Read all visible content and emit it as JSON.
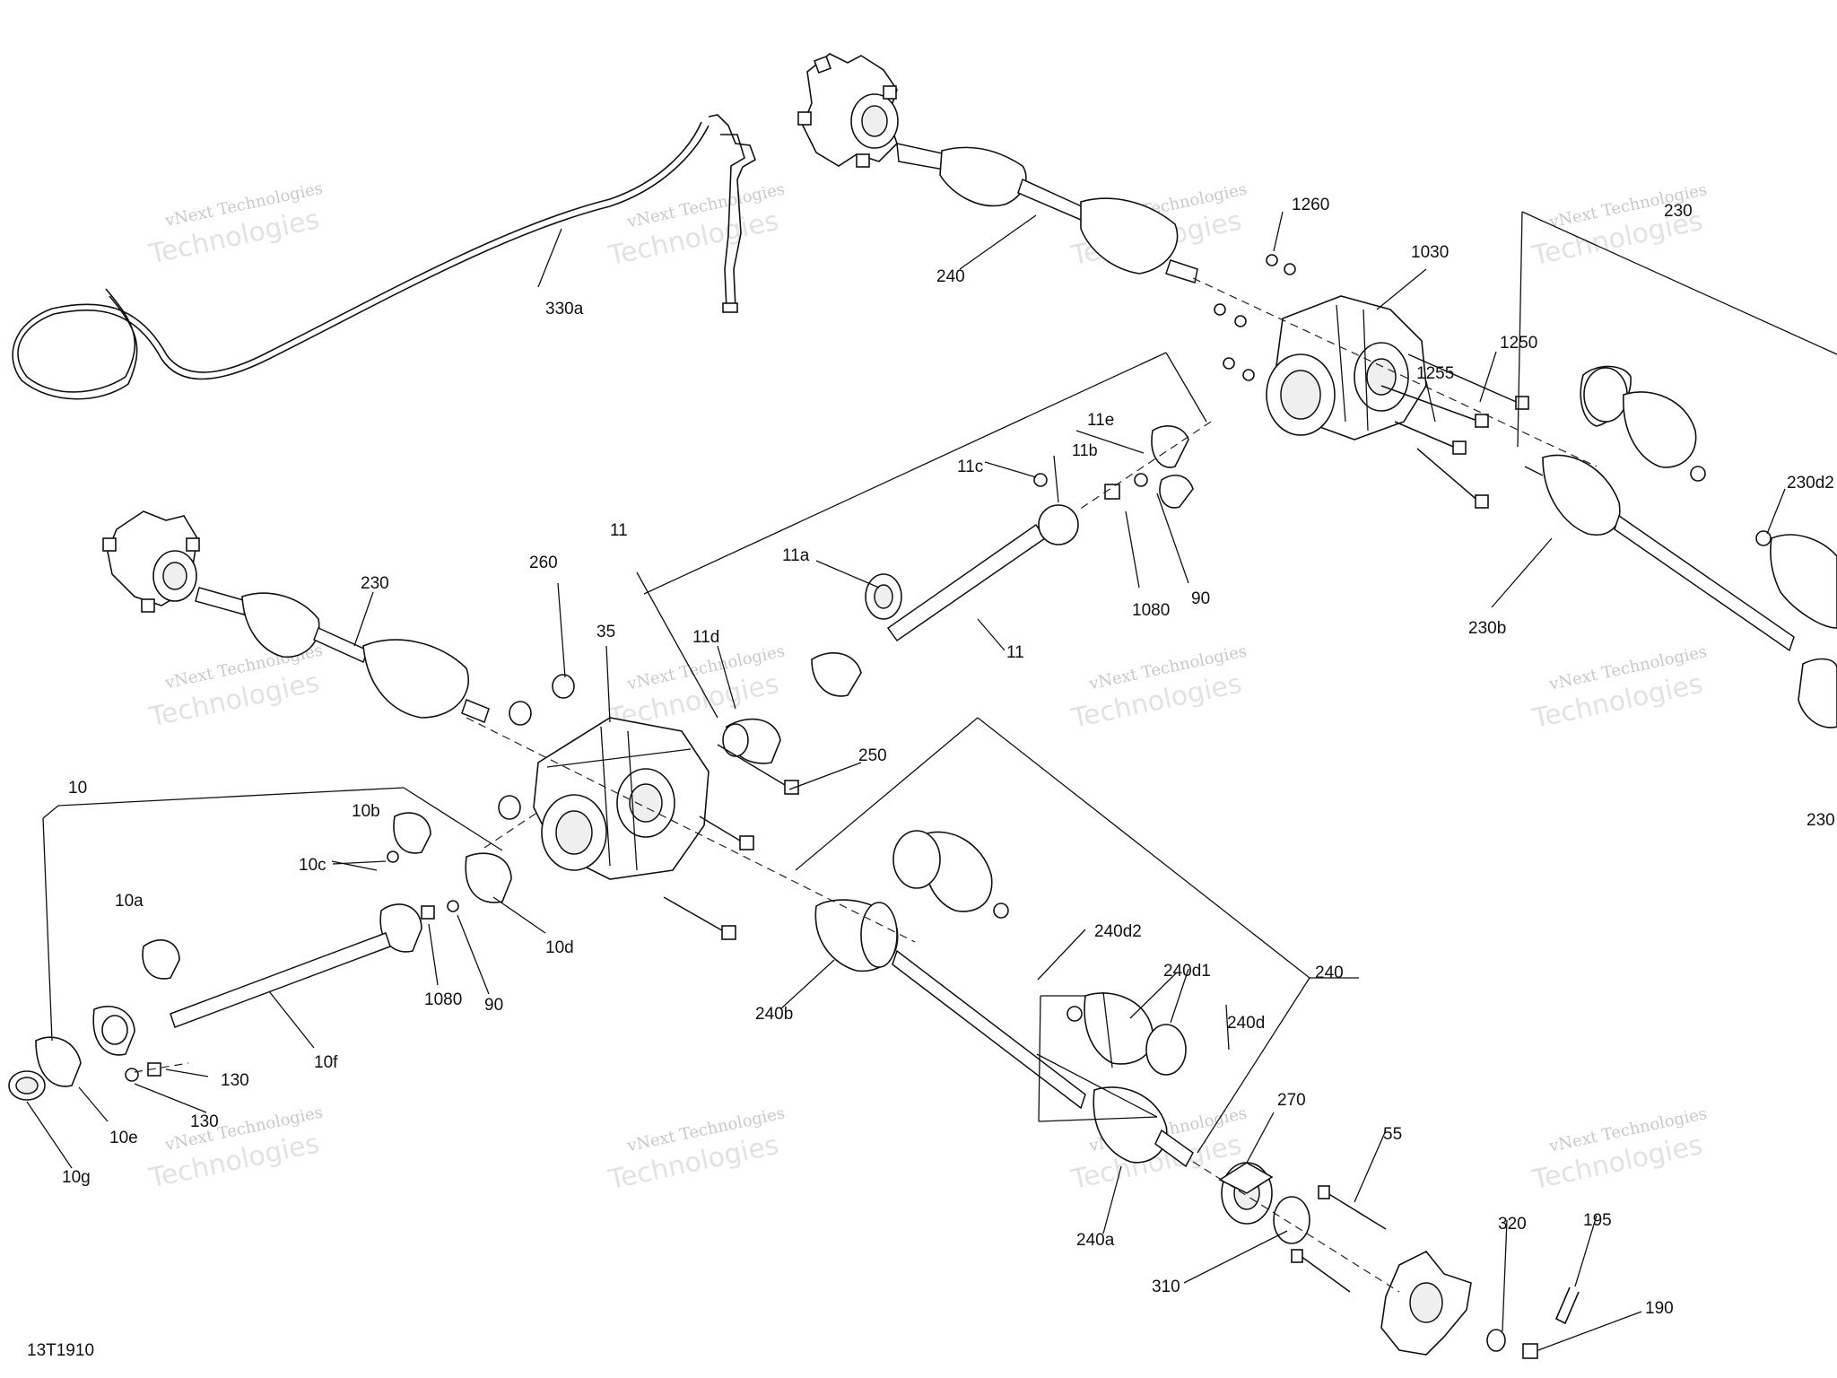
{
  "diagram_code": "13T1910",
  "watermark": {
    "line1": "vNext Technologies",
    "line2": "Technologies"
  },
  "callouts": {
    "c330a": "330a",
    "c240top": "240",
    "c1260": "1260",
    "c1030": "1030",
    "c1250": "1250",
    "c1255": "1255",
    "c230right": "230",
    "c230d2": "230d2",
    "c230b": "230b",
    "c230cut": "230",
    "c11e": "11e",
    "c11b": "11b",
    "c11c": "11c",
    "c1080top": "1080",
    "c90top": "90",
    "c11": "11",
    "c11a": "11a",
    "c11lower": "11",
    "c11d": "11d",
    "c230left": "230",
    "c260": "260",
    "c35": "35",
    "c250": "250",
    "c10": "10",
    "c10b": "10b",
    "c10c": "10c",
    "c10a": "10a",
    "c10d": "10d",
    "c1080bot": "1080",
    "c90bot": "90",
    "c10f": "10f",
    "c130a": "130",
    "c130b": "130",
    "c10e": "10e",
    "c10g": "10g",
    "c240d2": "240d2",
    "c240d1": "240d1",
    "c240mid": "240",
    "c240d": "240d",
    "c240b": "240b",
    "c270": "270",
    "c55": "55",
    "c240a": "240a",
    "c310": "310",
    "c320": "320",
    "c195": "195",
    "c190": "190"
  }
}
